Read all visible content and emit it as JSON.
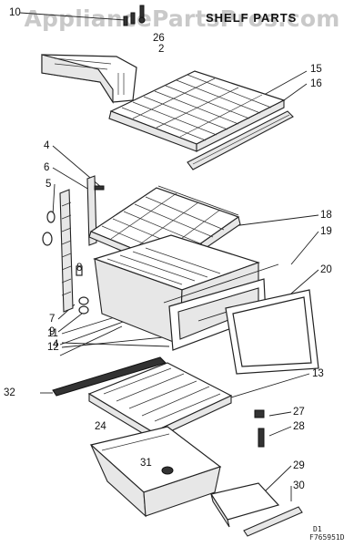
{
  "watermark": "AppliancePartsPros.com",
  "title": "SHELF PARTS",
  "callouts": {
    "c10": "10",
    "c26": "26",
    "c2": "2",
    "c15": "15",
    "c16": "16",
    "c4a": "4",
    "c6": "6",
    "c5": "5",
    "c18": "18",
    "c19": "19",
    "c20": "20",
    "c8": "8",
    "c7": "7",
    "c9": "9",
    "c4b": "4",
    "c11": "11",
    "c12": "12",
    "c13": "13",
    "c32": "32",
    "c27": "27",
    "c24": "24",
    "c28": "28",
    "c31": "31",
    "c29": "29",
    "c30": "30"
  },
  "diagram_code": {
    "line1": "D1",
    "line2": "F765951D"
  },
  "colors": {
    "ink": "#222222",
    "watermark": "#c9c9c9"
  }
}
